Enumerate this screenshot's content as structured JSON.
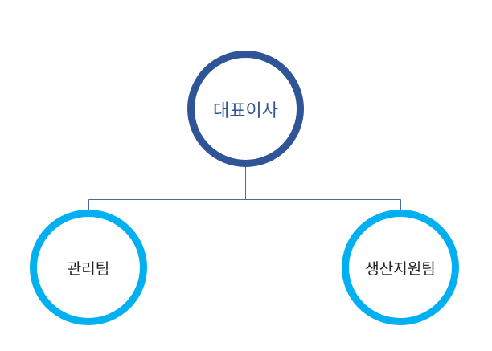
{
  "chart": {
    "root": {
      "label": "대표이사"
    },
    "children": [
      {
        "label": "관리팀"
      },
      {
        "label": "생산지원팀"
      }
    ]
  },
  "colors": {
    "root_stroke": "#2f5597",
    "child_stroke": "#00b0f0",
    "connector": "#4a6a9a"
  }
}
